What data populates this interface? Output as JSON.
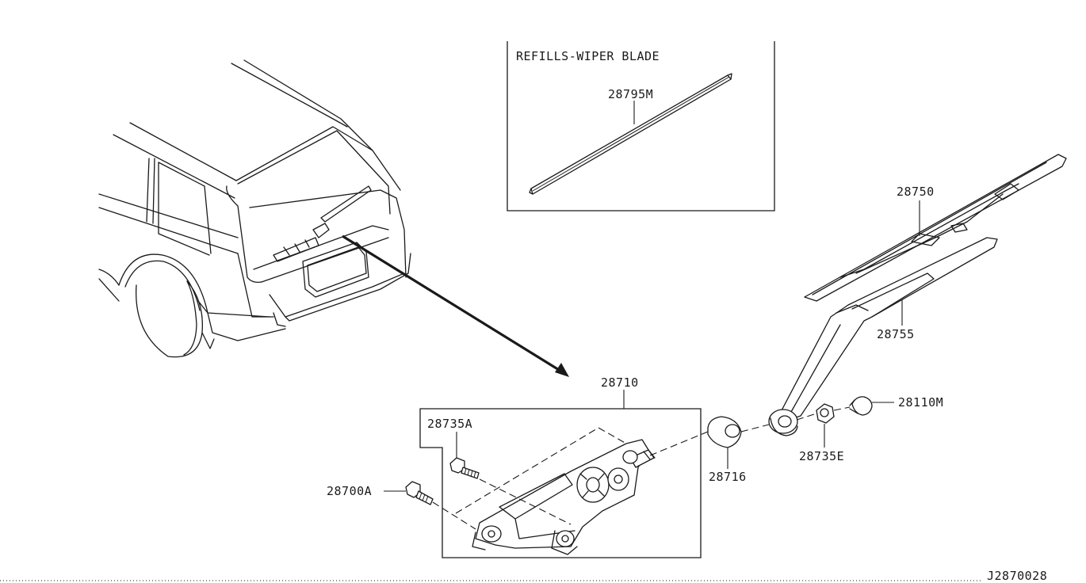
{
  "inset": {
    "title": "REFILLS-WIPER BLADE"
  },
  "parts": {
    "refill": "28795M",
    "blade": "28750",
    "arm": "28755",
    "motor_assy": "28710",
    "bolt_a": "28735A",
    "bolt_b": "28700A",
    "pivot_seal": "28716",
    "nut": "28735E",
    "cap": "28110M"
  },
  "diagram_code": "J2870028"
}
